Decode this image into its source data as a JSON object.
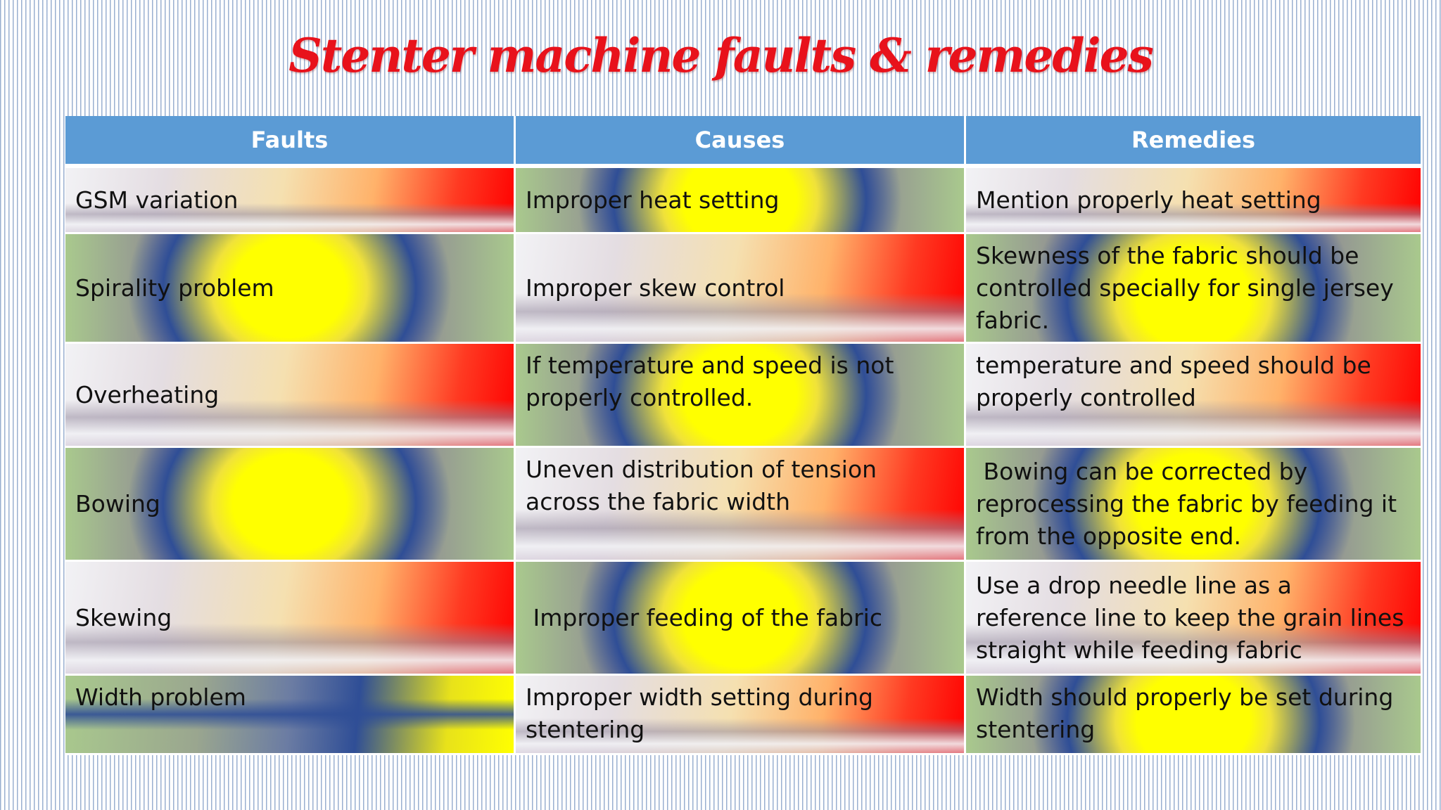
{
  "title": "Stenter machine faults & remedies",
  "table": {
    "headers": [
      "Faults",
      "Causes",
      "Remedies"
    ],
    "rows": [
      [
        "GSM variation",
        "Improper heat setting",
        "Mention properly heat setting"
      ],
      [
        "Spirality problem",
        "Improper skew control",
        "Skewness of the fabric should be controlled specially for single jersey fabric."
      ],
      [
        "Overheating",
        "If temperature and speed is not properly controlled.",
        "temperature and speed should be properly controlled"
      ],
      [
        "Bowing",
        "Uneven distribution of tension across the fabric width",
        " Bowing can be corrected by reprocessing the fabric by feeding it from the opposite end."
      ],
      [
        "Skewing",
        " Improper feeding of the fabric",
        "Use a drop needle line as a reference line to keep the grain lines straight while feeding fabric"
      ],
      [
        "Width problem",
        "Improper width setting during stentering",
        "Width should properly be set during stentering"
      ]
    ]
  },
  "colors": {
    "title": "#e8121b",
    "header_bg": "#5b9bd5",
    "header_text": "#ffffff"
  }
}
